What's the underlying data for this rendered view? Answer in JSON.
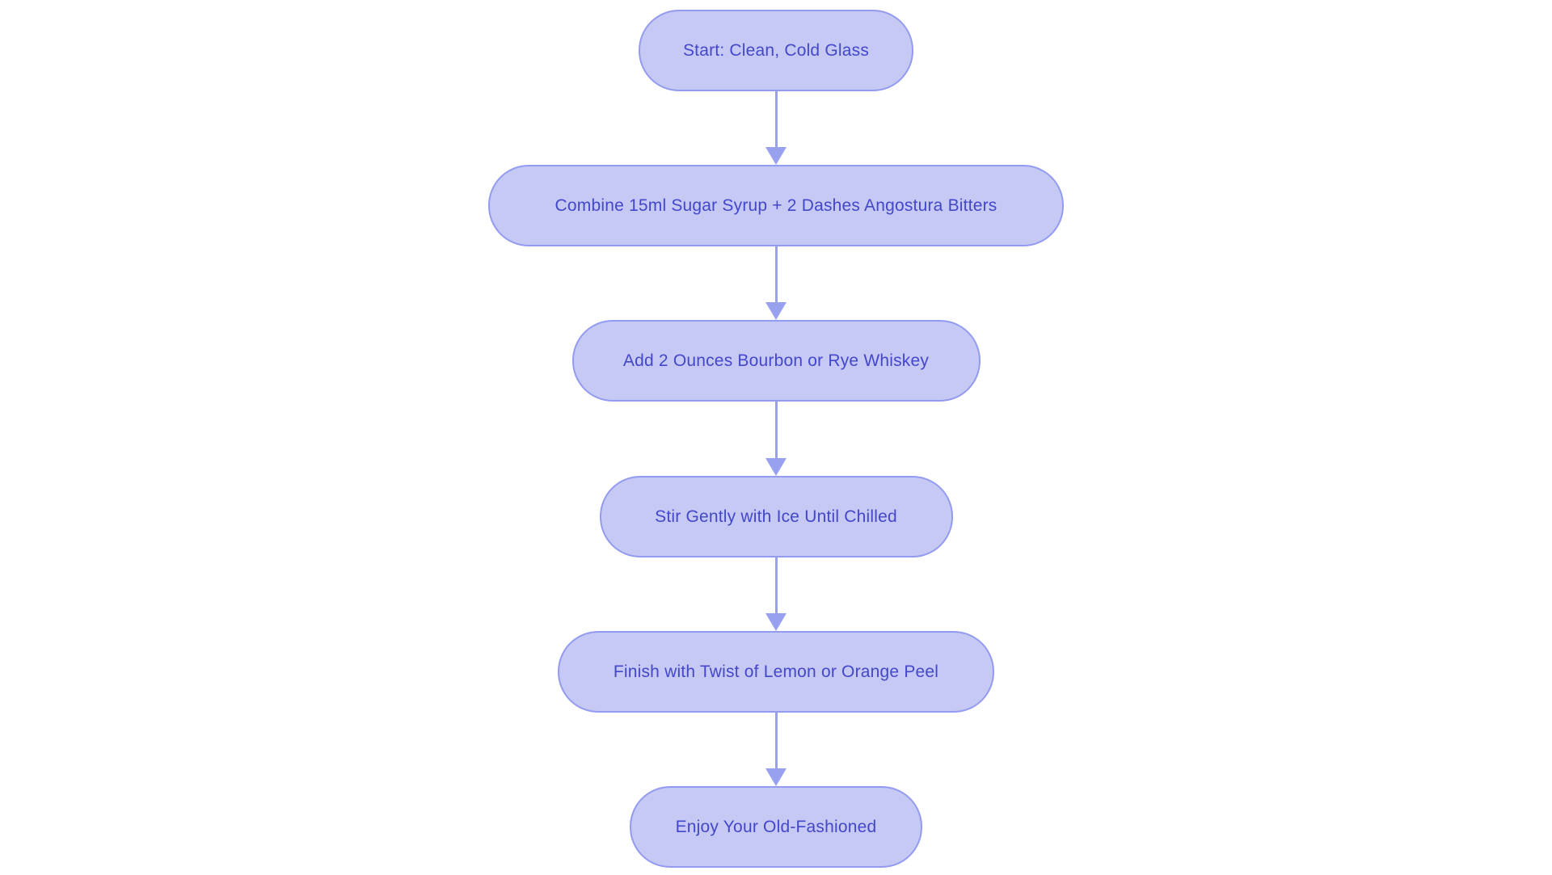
{
  "diagram": {
    "type": "flowchart",
    "direction": "top-down",
    "colors": {
      "background": "#ffffff",
      "node_fill": "#c6c9f4",
      "node_border": "#939bf0",
      "node_text": "#4347ca",
      "arrow": "#98a1f0"
    },
    "nodes": [
      {
        "id": "start",
        "label": "Start: Clean, Cold Glass"
      },
      {
        "id": "combine",
        "label": "Combine 15ml Sugar Syrup + 2 Dashes Angostura Bitters"
      },
      {
        "id": "add",
        "label": "Add 2 Ounces Bourbon or Rye Whiskey"
      },
      {
        "id": "stir",
        "label": "Stir Gently with Ice Until Chilled"
      },
      {
        "id": "finish",
        "label": "Finish with Twist of Lemon or Orange Peel"
      },
      {
        "id": "enjoy",
        "label": "Enjoy Your Old-Fashioned"
      }
    ],
    "edges": [
      {
        "from": "start",
        "to": "combine"
      },
      {
        "from": "combine",
        "to": "add"
      },
      {
        "from": "add",
        "to": "stir"
      },
      {
        "from": "stir",
        "to": "finish"
      },
      {
        "from": "finish",
        "to": "enjoy"
      }
    ]
  }
}
